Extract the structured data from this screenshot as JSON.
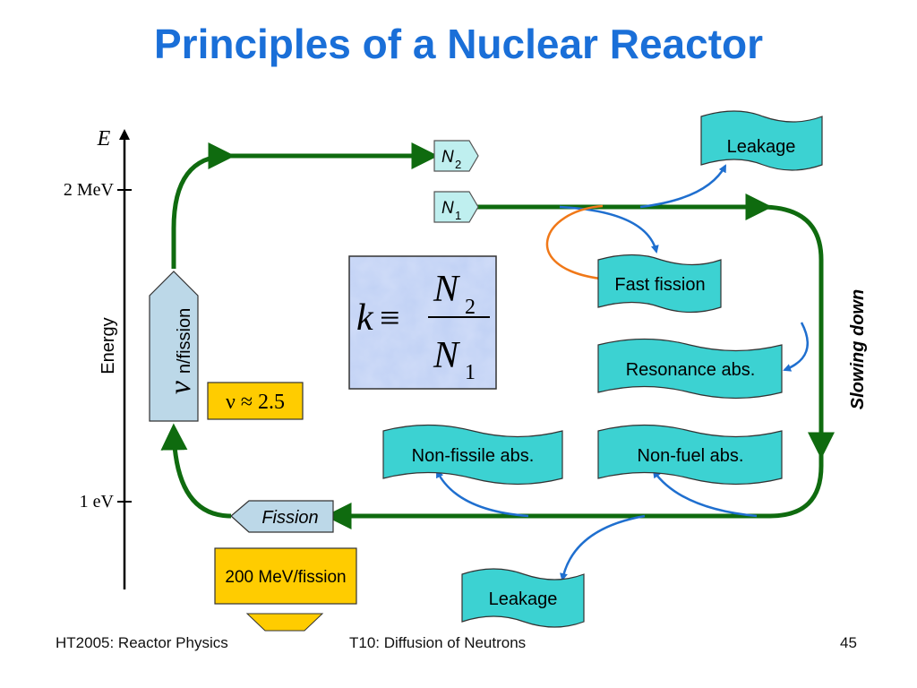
{
  "title": "Principles of a Nuclear Reactor",
  "axis": {
    "energy_symbol": "E",
    "axis_label": "Energy",
    "tick_2mev": "2 MeV",
    "tick_1ev": "1 eV"
  },
  "neutron_labels": {
    "n2_main": "N",
    "n2_sub": "2",
    "n1_main": "N",
    "n1_sub": "1"
  },
  "boxes": {
    "leakage_top": "Leakage",
    "fast_fission": "Fast fission",
    "resonance_abs": "Resonance abs.",
    "non_fissile_abs": "Non-fissile abs.",
    "non_fuel_abs": "Non-fuel abs.",
    "leakage_bottom": "Leakage"
  },
  "nu_box": {
    "symbol": "ν",
    "text": "n/fission"
  },
  "nu_value": "ν ≈ 2.5",
  "formula": {
    "k": "k",
    "equiv": "≡",
    "numerator_main": "N",
    "numerator_sub": "2",
    "denominator_main": "N",
    "denominator_sub": "1"
  },
  "fission_label": "Fission",
  "energy_release": "200 MeV/fission",
  "slowing_down": "Slowing down",
  "footer": {
    "left": "HT2005: Reactor Physics",
    "center": "T10: Diffusion of Neutrons",
    "page": "45"
  },
  "colors": {
    "title_blue": "#1a6fd8",
    "cycle_green": "#0f6b0f",
    "box_teal": "#3cd2d2",
    "branch_blue": "#1f6fcf",
    "orange": "#f07818",
    "gold": "#ffcc00"
  }
}
